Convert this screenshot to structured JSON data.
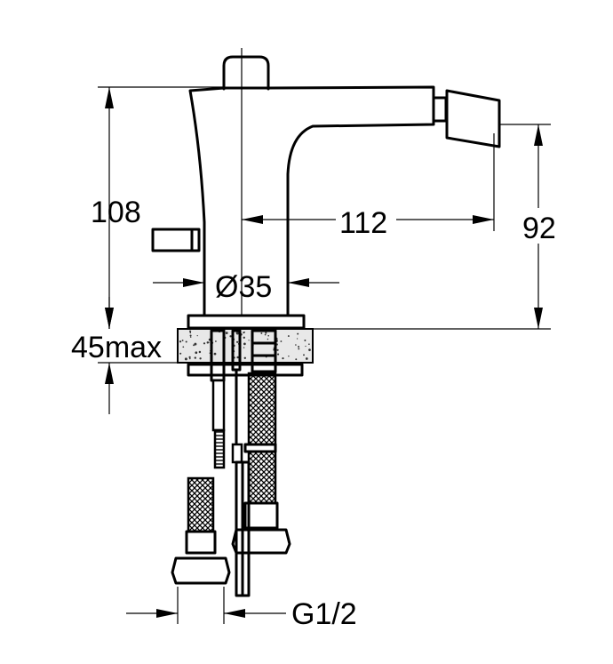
{
  "dimensions": {
    "height_total": "108",
    "spout_reach": "112",
    "spout_height": "92",
    "base_diameter": "Ø35",
    "counter_thickness": "45max",
    "connection_thread": "G1/2"
  }
}
